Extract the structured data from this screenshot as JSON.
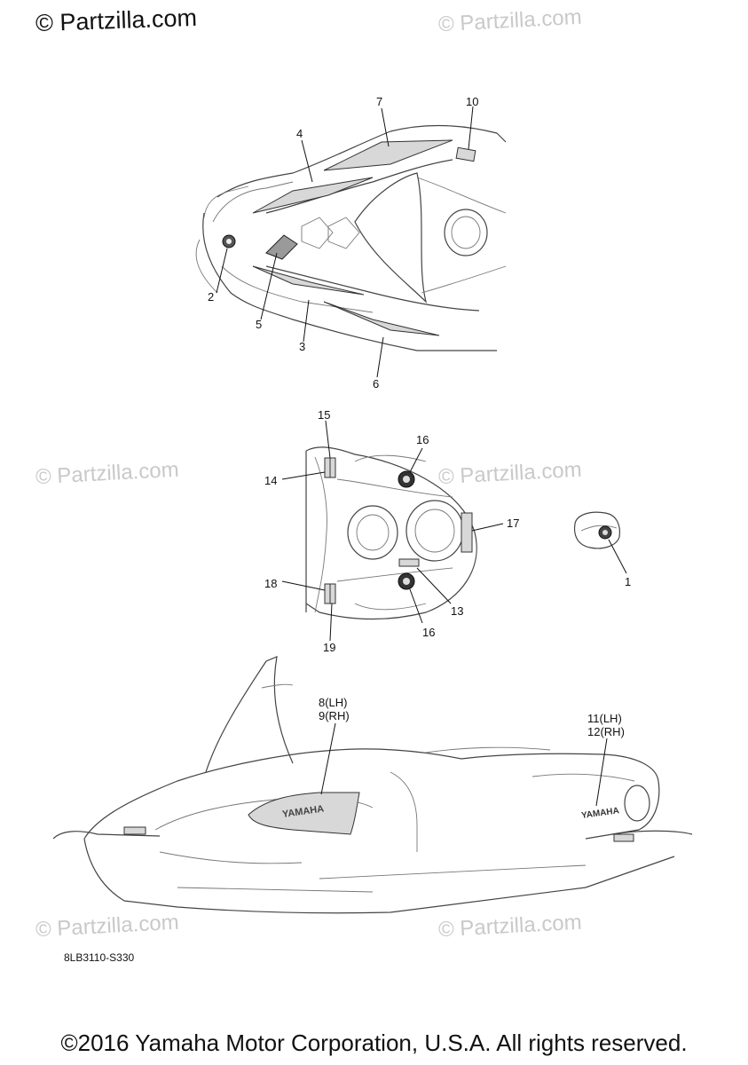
{
  "watermarks": {
    "main": "© Partzilla.com",
    "faint": "© Partzilla.com"
  },
  "callouts": {
    "c1": "1",
    "c2": "2",
    "c3": "3",
    "c4": "4",
    "c5": "5",
    "c6": "6",
    "c7": "7",
    "c10": "10",
    "c13": "13",
    "c14": "14",
    "c15": "15",
    "c16a": "16",
    "c16b": "16",
    "c17": "17",
    "c18": "18",
    "c19": "19",
    "c8lh": "8(LH)",
    "c9rh": "9(RH)",
    "c11lh": "11(LH)",
    "c12rh": "12(RH)"
  },
  "decal_text": "YAMAHA",
  "diagram_code": "8LB3110-S330",
  "copyright": "©2016 Yamaha Motor Corporation, U.S.A. All rights reserved."
}
